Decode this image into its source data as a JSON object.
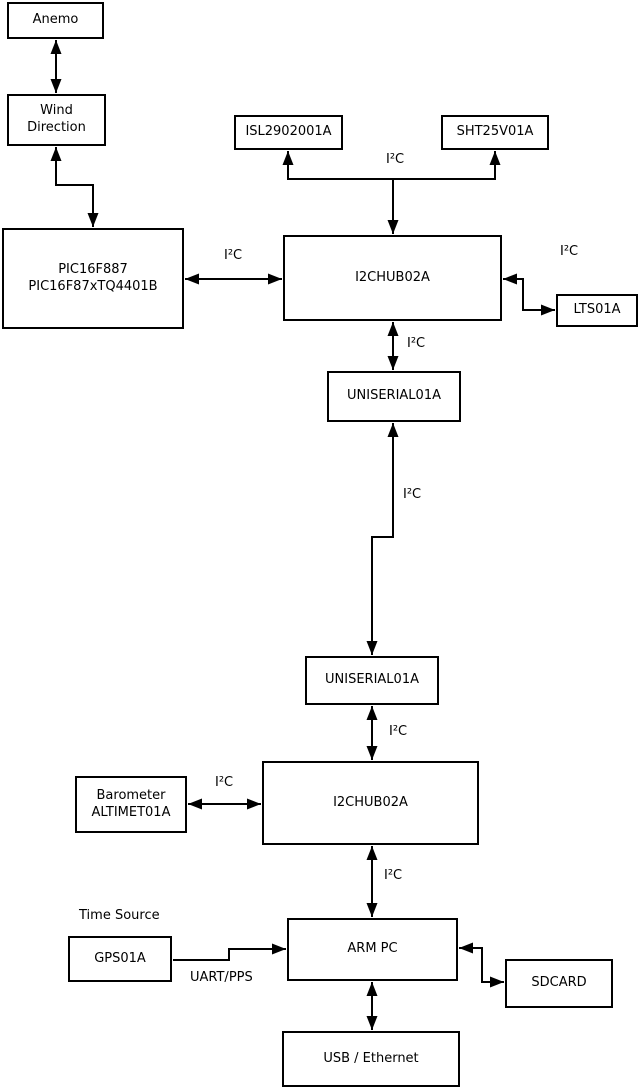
{
  "nodes": {
    "anemo": {
      "label": "Anemo"
    },
    "wind_direction": {
      "line1": "Wind",
      "line2": "Direction"
    },
    "pic": {
      "line1": "PIC16F887",
      "line2": "PIC16F87xTQ4401B"
    },
    "isl": {
      "label": "ISL2902001A"
    },
    "sht": {
      "label": "SHT25V01A"
    },
    "i2c_hub_upper": {
      "label": "I2CHUB02A"
    },
    "lts": {
      "label": "LTS01A"
    },
    "uniserial_upper": {
      "label": "UNISERIAL01A"
    },
    "uniserial_lower": {
      "label": "UNISERIAL01A"
    },
    "i2c_hub_lower": {
      "label": "I2CHUB02A"
    },
    "barometer": {
      "line1": "Barometer",
      "line2": "ALTIMET01A"
    },
    "gps": {
      "label": "GPS01A"
    },
    "arm_pc": {
      "label": "ARM PC"
    },
    "sdcard": {
      "label": "SDCARD"
    },
    "usb_ethernet": {
      "label": "USB / Ethernet"
    }
  },
  "edge_labels": {
    "i2c": "I²C",
    "uart_pps": "UART/PPS",
    "time_source": "Time Source"
  },
  "colors": {
    "line": "#000000",
    "background": "#ffffff",
    "box_fill": "#ffffff"
  }
}
